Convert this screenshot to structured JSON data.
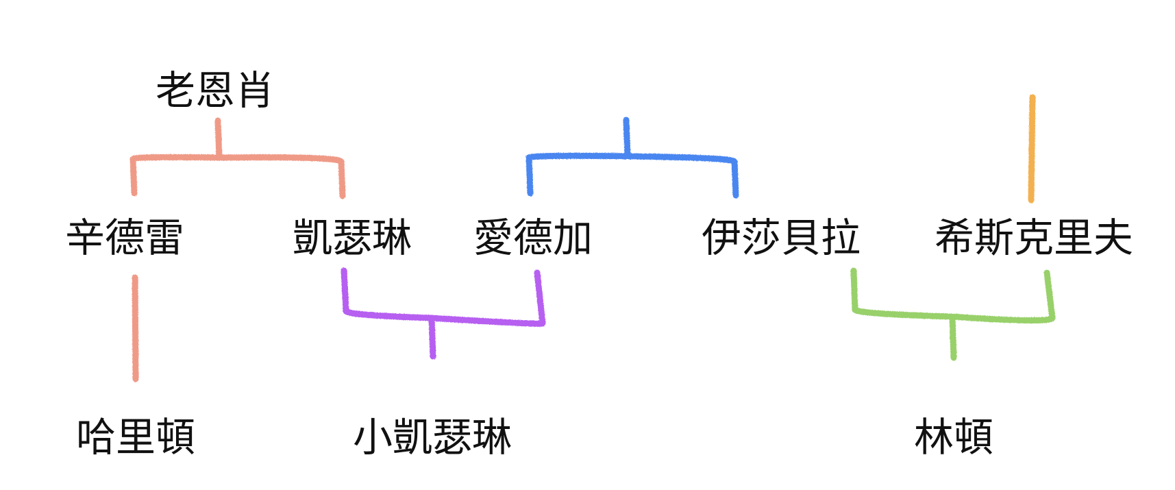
{
  "colors": {
    "salmon": "#ef9a87",
    "blue": "#4a86f0",
    "purple": "#b65ef0",
    "green": "#98d06a",
    "orange": "#f3b04f",
    "text": "#111111"
  },
  "people": {
    "old_earnshaw": "老恩肖",
    "hindley": "辛德雷",
    "catherine": "凱瑟琳",
    "edgar": "愛德加",
    "isabella": "伊莎貝拉",
    "heathcliff": "希斯克里夫",
    "hareton": "哈里頓",
    "young_catherine": "小凱瑟琳",
    "linton": "林頓"
  },
  "connections": [
    {
      "from": "old_earnshaw",
      "to": [
        "hindley",
        "catherine"
      ],
      "color": "salmon"
    },
    {
      "from": "unlabeled_parent",
      "to": [
        "edgar",
        "isabella"
      ],
      "color": "blue"
    },
    {
      "from": "unlabeled_parent",
      "to": [
        "heathcliff"
      ],
      "color": "orange"
    },
    {
      "from": "hindley",
      "to": [
        "hareton"
      ],
      "color": "salmon"
    },
    {
      "parents": [
        "catherine",
        "edgar"
      ],
      "child": "young_catherine",
      "color": "purple"
    },
    {
      "parents": [
        "isabella",
        "heathcliff"
      ],
      "child": "linton",
      "color": "green"
    }
  ]
}
